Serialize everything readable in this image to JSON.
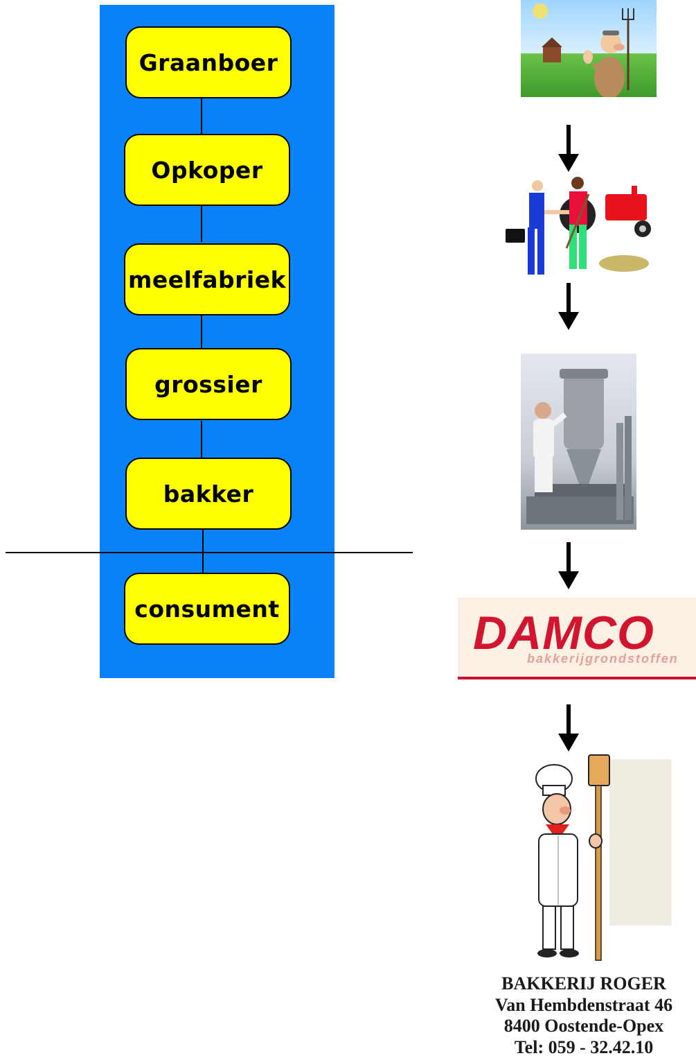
{
  "flow": {
    "stages": [
      {
        "label": "Graanboer"
      },
      {
        "label": "Opkoper"
      },
      {
        "label": "meelfabriek"
      },
      {
        "label": "grossier"
      },
      {
        "label": "bakker"
      },
      {
        "label": "consument"
      }
    ]
  },
  "logos": {
    "damco_name": "DAMCO",
    "damco_tagline": "bakkerijgrondstoffen"
  },
  "address": {
    "line1": "BAKKERIJ ROGER",
    "line2": "Van Hembdenstraat 46",
    "line3": "8400 Oostende-Opex",
    "line4": "Tel: 059 - 32.42.10"
  },
  "colors": {
    "panel": "#0a82f7",
    "box": "#ffff00",
    "damco_red": "#d2152e"
  }
}
